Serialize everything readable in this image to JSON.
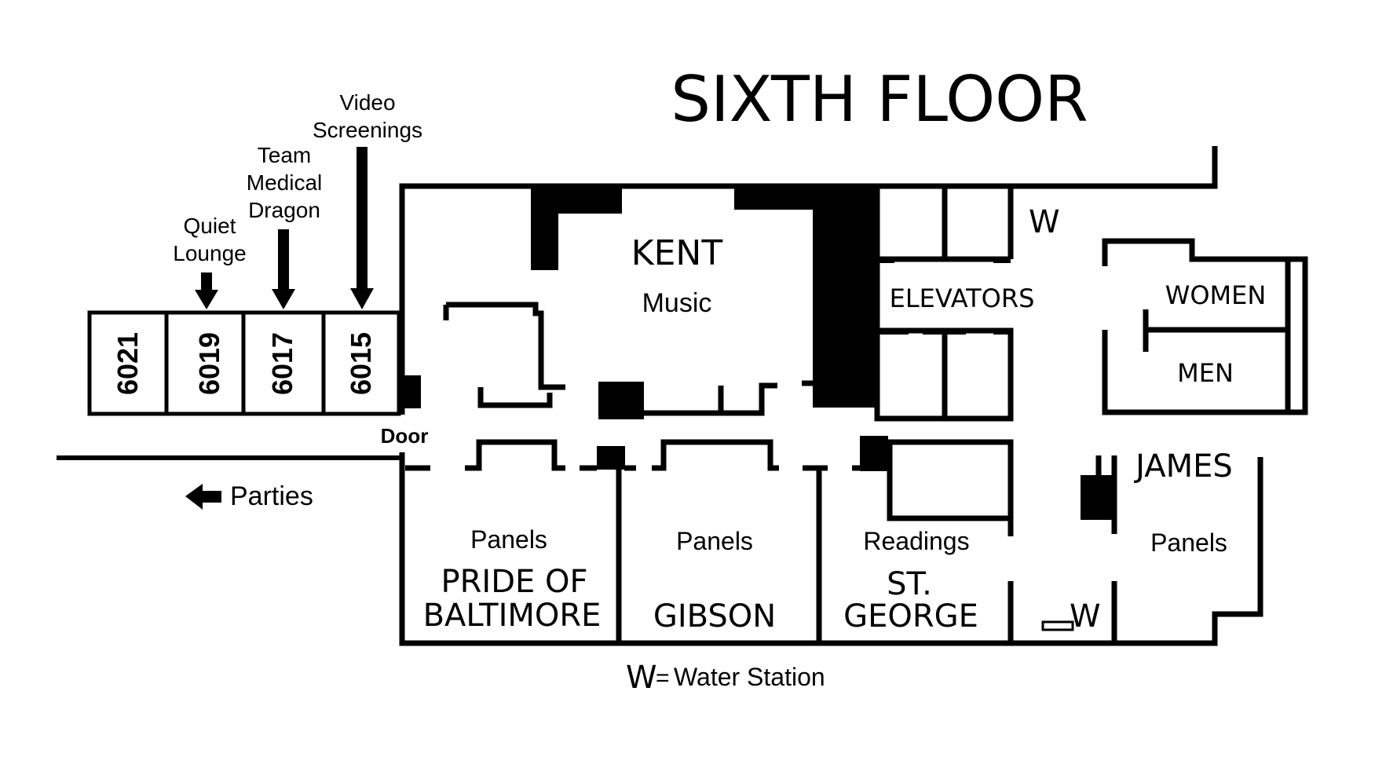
{
  "title": "SIXTH FLOOR",
  "legend": {
    "symbol": "W",
    "text": "Water Station",
    "separator": "="
  },
  "door_label": "Door",
  "parties_label": "Parties",
  "rooms": {
    "kent": {
      "name": "KENT",
      "use": "Music"
    },
    "elevators": {
      "name": "ELEVATORS"
    },
    "women": {
      "name": "WOMEN"
    },
    "men": {
      "name": "MEN"
    },
    "james": {
      "name": "JAMES",
      "use": "Panels"
    },
    "pride": {
      "name_line1": "PRIDE OF",
      "name_line2": "BALTIMORE",
      "use": "Panels"
    },
    "gibson": {
      "name": "GIBSON",
      "use": "Panels"
    },
    "stgeorge": {
      "name_line1": "ST.",
      "name_line2": "GEORGE",
      "use": "Readings"
    }
  },
  "suites": [
    {
      "number": "6021",
      "label": []
    },
    {
      "number": "6019",
      "label": [
        "Quiet",
        "Lounge"
      ]
    },
    {
      "number": "6017",
      "label": [
        "Team",
        "Medical",
        "Dragon"
      ]
    },
    {
      "number": "6015",
      "label": [
        "Video",
        "Screenings"
      ]
    }
  ],
  "water_stations": [
    "W",
    "W"
  ],
  "colors": {
    "ink": "#000000",
    "background": "#ffffff"
  }
}
